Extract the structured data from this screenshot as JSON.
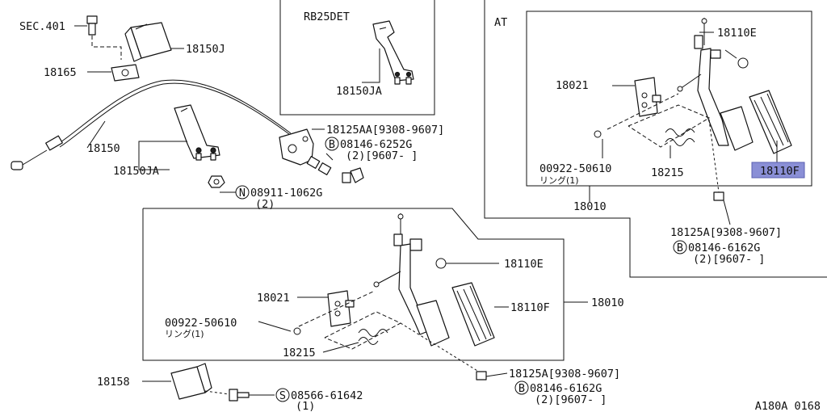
{
  "labels": {
    "sec401": "SEC.401",
    "p18150J": "18150J",
    "p18165": "18165",
    "p18150": "18150",
    "p18150JA_main": "18150JA",
    "rb_title": "RB25DET",
    "p18150JA_rb": "18150JA",
    "p18125AA": "18125AA[9308-9607]",
    "b08146_6252G": "08146-6252G",
    "qty_2_9607_a": "(2)[9607-     ]",
    "n08911": "08911-1062G",
    "qty_2_a": "(2)",
    "at_title": "AT",
    "at_18110E": "18110E",
    "at_18021": "18021",
    "at_00922": "00922-50610",
    "at_ring": "リング(1)",
    "at_18215": "18215",
    "at_18110F": "18110F",
    "at_18010": "18010",
    "at_18125A": "18125A[9308-9607]",
    "at_08146": "08146-6162G",
    "at_qty": "(2)[9607-     ]",
    "mt_18110E": "18110E",
    "mt_18021": "18021",
    "mt_00922": "00922-50610",
    "mt_ring": "リング(1)",
    "mt_18110F": "18110F",
    "mt_18010": "18010",
    "mt_18215": "18215",
    "mt_18125A": "18125A[9308-9607]",
    "mt_08146": "08146-6162G",
    "mt_qty": "(2)[9607-     ]",
    "p18158": "18158",
    "s08566": "08566-61642",
    "qty_1": "(1)",
    "diagram_id": "A180A 0168",
    "circle_B": "B",
    "circle_N": "N",
    "circle_S": "S"
  },
  "highlight": {
    "part": "18110F",
    "color": "#8a8fd6"
  }
}
